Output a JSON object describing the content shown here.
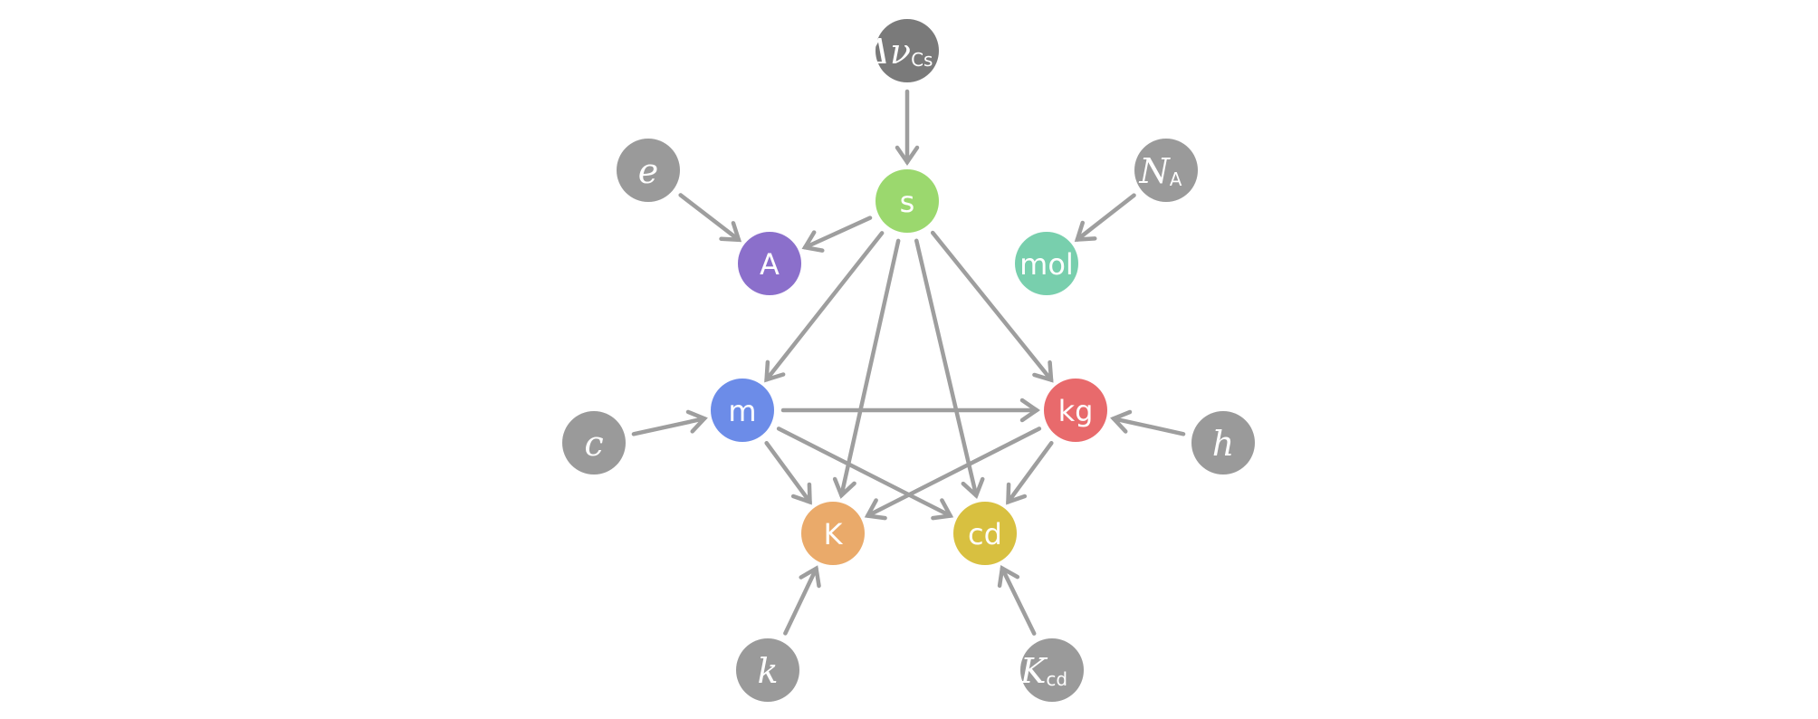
{
  "diagram": {
    "units": [
      {
        "id": "s",
        "label": "s",
        "color": "#9bd86e"
      },
      {
        "id": "A",
        "label": "A",
        "color": "#8b6fcb"
      },
      {
        "id": "mol",
        "label": "mol",
        "color": "#78cfad"
      },
      {
        "id": "m",
        "label": "m",
        "color": "#6c8ce8"
      },
      {
        "id": "kg",
        "label": "kg",
        "color": "#e86a6c"
      },
      {
        "id": "K",
        "label": "K",
        "color": "#eaaa6a"
      },
      {
        "id": "cd",
        "label": "cd",
        "color": "#d8c040"
      }
    ],
    "constants": [
      {
        "id": "dnu",
        "main": "Δν",
        "sub": "Cs",
        "color": "#7a7a7a"
      },
      {
        "id": "e",
        "main": "e",
        "sub": "",
        "color": "#9a9a9a"
      },
      {
        "id": "NA",
        "main": "N",
        "sub": "A",
        "color": "#9a9a9a"
      },
      {
        "id": "c",
        "main": "c",
        "sub": "",
        "color": "#9a9a9a"
      },
      {
        "id": "h",
        "main": "h",
        "sub": "",
        "color": "#9a9a9a"
      },
      {
        "id": "k",
        "main": "k",
        "sub": "",
        "color": "#9a9a9a"
      },
      {
        "id": "Kcd",
        "main": "K",
        "sub": "cd",
        "color": "#9a9a9a"
      }
    ],
    "edges": [
      {
        "from": "dnu",
        "to": "s"
      },
      {
        "from": "e",
        "to": "A"
      },
      {
        "from": "s",
        "to": "A"
      },
      {
        "from": "NA",
        "to": "mol"
      },
      {
        "from": "s",
        "to": "m"
      },
      {
        "from": "s",
        "to": "kg"
      },
      {
        "from": "s",
        "to": "K"
      },
      {
        "from": "s",
        "to": "cd"
      },
      {
        "from": "c",
        "to": "m"
      },
      {
        "from": "h",
        "to": "kg"
      },
      {
        "from": "m",
        "to": "kg"
      },
      {
        "from": "m",
        "to": "K"
      },
      {
        "from": "m",
        "to": "cd"
      },
      {
        "from": "kg",
        "to": "K"
      },
      {
        "from": "kg",
        "to": "cd"
      },
      {
        "from": "k",
        "to": "K"
      },
      {
        "from": "Kcd",
        "to": "cd"
      }
    ],
    "edge_color": "#9e9e9e"
  }
}
